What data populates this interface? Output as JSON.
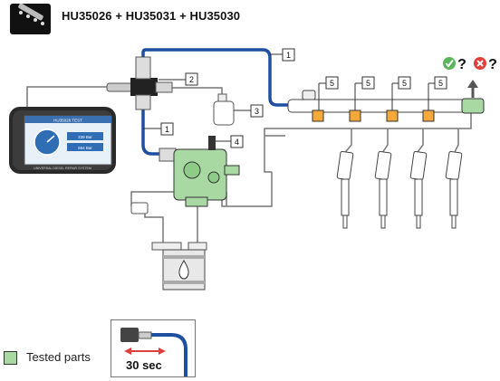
{
  "header": {
    "title": "HU35026 + HU35031 + HU35030",
    "icon": "fuel-rail-icon"
  },
  "tester": {
    "screen_title": "HU35026 TEST",
    "reading_1": "239 Bar",
    "reading_2": "564 Bar",
    "footer": "UNIVERSAL DIESEL REPAIR SYSTEM"
  },
  "callouts": [
    "1",
    "2",
    "3",
    "4",
    "5"
  ],
  "status": {
    "ok": "?",
    "fail": "?"
  },
  "legend": {
    "label": "Tested parts",
    "color": "#a9d9a3"
  },
  "inset": {
    "time": "30 sec"
  },
  "colors": {
    "hose": "#1f4fa0",
    "tested": "#a9d9a3",
    "ok": "#5bb55a",
    "fail": "#e0403a",
    "arrow": "#e0403a"
  }
}
